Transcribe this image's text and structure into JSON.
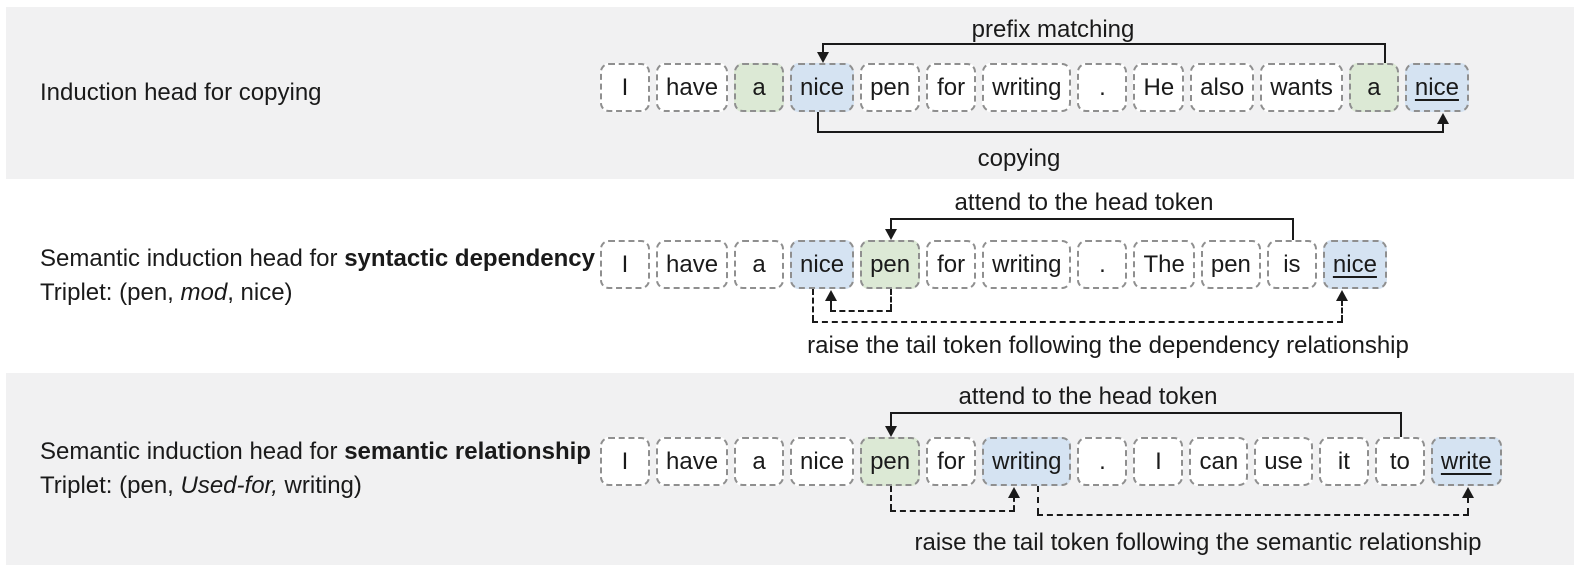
{
  "figure": {
    "rows": [
      {
        "label": {
          "line1_pre": "Induction head for copying",
          "line1_bold": ""
        },
        "top_note": "prefix matching",
        "bottom_note": "copying",
        "tokens": [
          {
            "text": "I"
          },
          {
            "text": "have"
          },
          {
            "text": "a",
            "color": "green"
          },
          {
            "text": "nice",
            "color": "blue"
          },
          {
            "text": "pen"
          },
          {
            "text": "for"
          },
          {
            "text": "writing"
          },
          {
            "text": "."
          },
          {
            "text": "He"
          },
          {
            "text": "also"
          },
          {
            "text": "wants"
          },
          {
            "text": "a",
            "color": "green"
          },
          {
            "text": "nice",
            "color": "blue",
            "underline": true
          }
        ],
        "arrows": [
          {
            "style": "solid",
            "side": "top",
            "from": 11,
            "to": 3,
            "level": 20,
            "from_dx": 10,
            "to_dx": 0
          },
          {
            "style": "solid",
            "side": "bottom",
            "from": 3,
            "to": 12,
            "level": 19,
            "from_dx": -5,
            "to_dx": 5
          }
        ]
      },
      {
        "label": {
          "line1_pre": "Semantic induction head for ",
          "line1_bold": "syntactic dependency",
          "line2_pre": "Triplet: (pen, ",
          "line2_italic": "mod",
          "line2_post": ", nice)"
        },
        "top_note": "attend to the head token",
        "caption": "raise the tail token following the dependency relationship",
        "tokens": [
          {
            "text": "I"
          },
          {
            "text": "have"
          },
          {
            "text": "a"
          },
          {
            "text": "nice",
            "color": "blue"
          },
          {
            "text": "pen",
            "color": "green"
          },
          {
            "text": "for"
          },
          {
            "text": "writing"
          },
          {
            "text": "."
          },
          {
            "text": "The"
          },
          {
            "text": "pen"
          },
          {
            "text": "is"
          },
          {
            "text": "nice",
            "color": "blue",
            "underline": true
          }
        ],
        "arrows": [
          {
            "style": "solid",
            "side": "top",
            "from": 10,
            "to": 4,
            "level": 22,
            "from_dx": 0,
            "to_dx": 0
          },
          {
            "style": "dashed",
            "side": "bottom",
            "from": 4,
            "to": 3,
            "level": 21,
            "from_dx": 0,
            "to_dx": 8
          },
          {
            "style": "dashed",
            "side": "bottom",
            "from": 3,
            "to": 11,
            "level": 32,
            "from_dx": -10,
            "to_dx": -14
          }
        ]
      },
      {
        "label": {
          "line1_pre": "Semantic induction head for ",
          "line1_bold": "semantic relationship",
          "line2_pre": "Triplet: (pen, ",
          "line2_italic": "Used-for,",
          "line2_post": " writing)"
        },
        "top_note": "attend to the head token",
        "caption": "raise the tail token following the semantic relationship",
        "tokens": [
          {
            "text": "I"
          },
          {
            "text": "have"
          },
          {
            "text": "a"
          },
          {
            "text": "nice"
          },
          {
            "text": "pen",
            "color": "green"
          },
          {
            "text": "for"
          },
          {
            "text": "writing",
            "color": "blue"
          },
          {
            "text": "."
          },
          {
            "text": "I"
          },
          {
            "text": "can"
          },
          {
            "text": "use"
          },
          {
            "text": "it"
          },
          {
            "text": "to"
          },
          {
            "text": "write",
            "color": "blue",
            "underline": true
          }
        ],
        "arrows": [
          {
            "style": "solid",
            "side": "top",
            "from": 12,
            "to": 4,
            "level": 25,
            "from_dx": 0,
            "to_dx": 0
          },
          {
            "style": "dashed",
            "side": "bottom",
            "from": 4,
            "to": 6,
            "level": 24,
            "from_dx": 0,
            "to_dx": -14
          },
          {
            "style": "dashed",
            "side": "bottom",
            "from": 6,
            "to": 13,
            "level": 28,
            "from_dx": 10,
            "to_dx": 0
          }
        ]
      }
    ],
    "colors": {
      "band_background": "#f1f1f2",
      "token_border": "#8f8f8f",
      "token_green": "#dce9d5",
      "token_blue": "#d5e3f2",
      "line": "#1a1a1a"
    }
  }
}
